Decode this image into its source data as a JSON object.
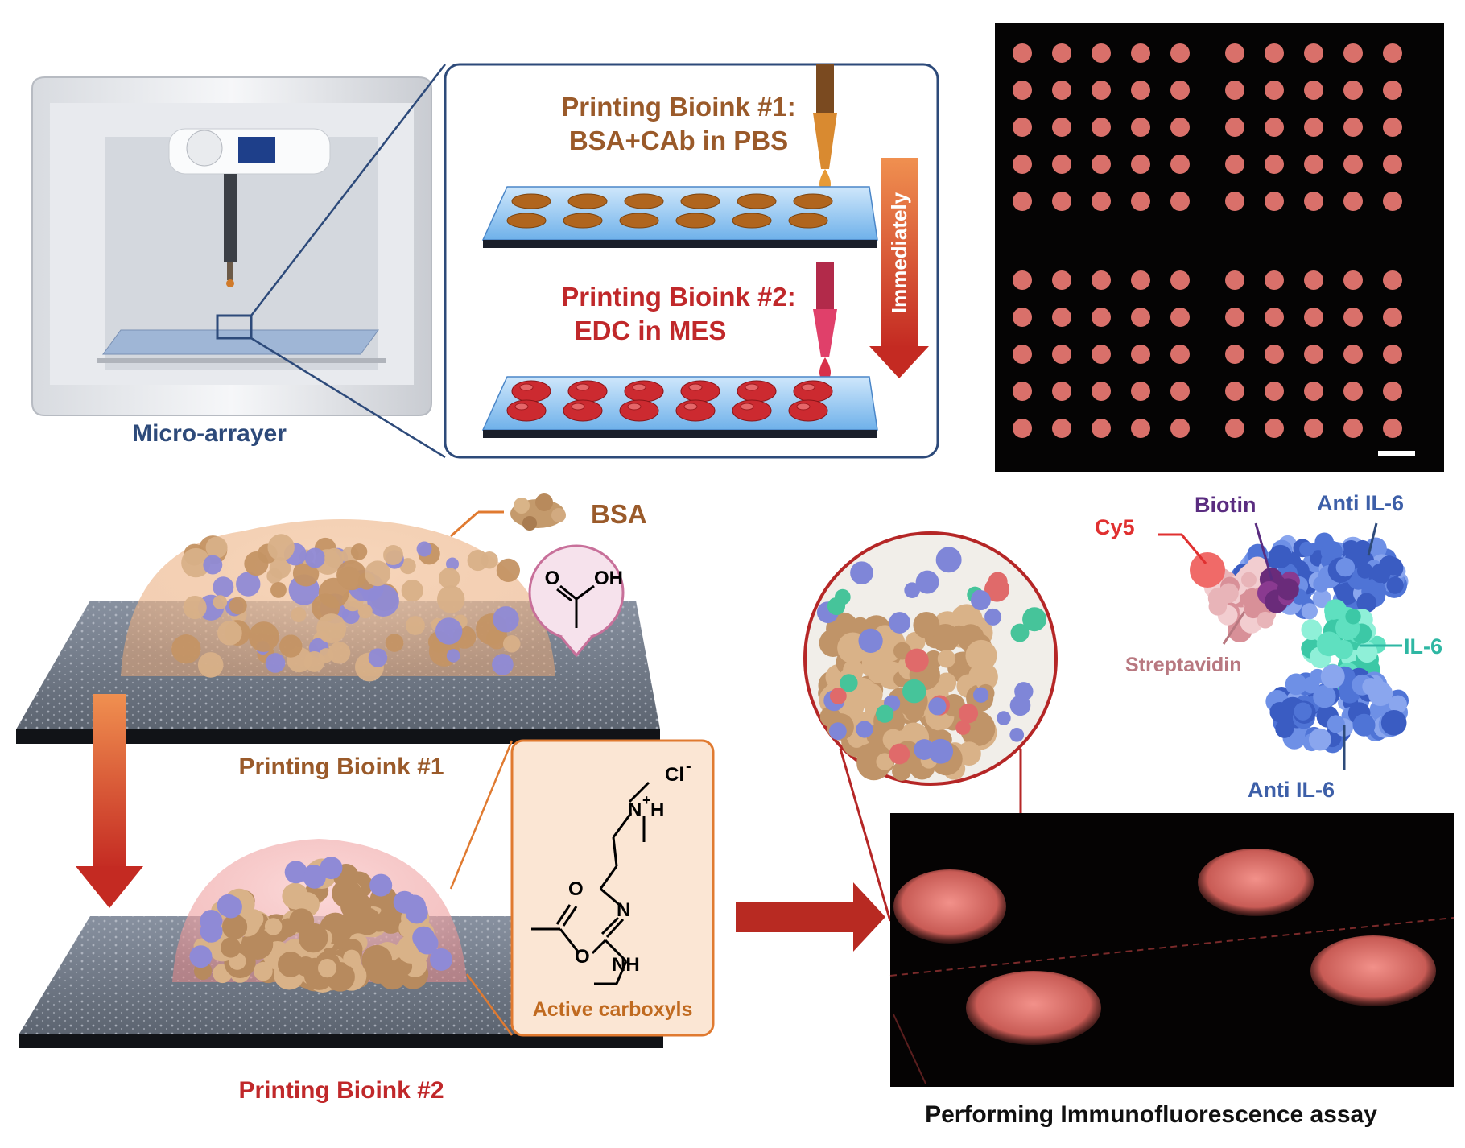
{
  "micro_arrayer": {
    "label": "Micro-arrayer"
  },
  "print_steps": {
    "step1_title": "Printing Bioink #1:",
    "step1_sub": "BSA+CAb in PBS",
    "step2_title": "Printing Bioink #2:",
    "step2_sub": "EDC in MES",
    "arrow_label": "Immediately"
  },
  "bsa_label": "BSA",
  "carboxyl": {
    "o_label": "O",
    "oh_label": "OH"
  },
  "bioink1_label": "Printing Bioink #1",
  "bioink2_label": "Printing Bioink #2",
  "edc_structure": {
    "chloride": "Cl",
    "chloride_charge": "-",
    "n_plus": "N",
    "plus": "+",
    "h": "H",
    "n": "N",
    "o1": "O",
    "o2": "O",
    "nh": "NH",
    "caption": "Active carboxyls"
  },
  "immuno_labels": {
    "cy5": "Cy5",
    "biotin": "Biotin",
    "anti_il6_top": "Anti IL-6",
    "streptavidin": "Streptavidin",
    "il6": "IL-6",
    "anti_il6_bottom": "Anti IL-6"
  },
  "assay_label": "Performing Immunofluorescence assay",
  "colors": {
    "brown": "#9a5a2a",
    "red": "#c0282a",
    "navy": "#2d4a7a",
    "blue_label": "#3d5fa8",
    "orange": "#e07a30",
    "purple": "#5a2c80",
    "teal": "#2eb7a3",
    "pink": "#b87880",
    "spot": "#d9706a"
  }
}
